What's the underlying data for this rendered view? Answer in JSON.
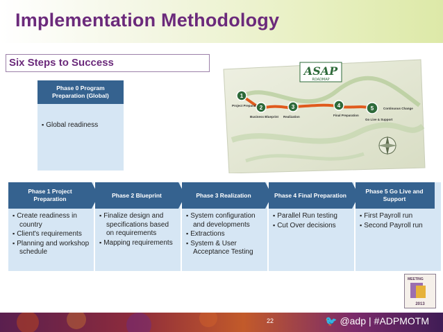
{
  "title": "Implementation Methodology",
  "subtitle": "Six Steps to Success",
  "phase0": {
    "header": "Phase 0 Program Preparation (Global)",
    "items": [
      "Global readiness"
    ]
  },
  "map": {
    "logo_text": "ASAP",
    "logo_sub": "ROADMAP",
    "steps": [
      {
        "num": "1",
        "label": "Project Preparation"
      },
      {
        "num": "2",
        "label": "Business Blueprint"
      },
      {
        "num": "3",
        "label": "Realization"
      },
      {
        "num": "4",
        "label": "Final Preparation"
      },
      {
        "num": "5",
        "label": "Go Live & Support"
      },
      {
        "num": "",
        "label": "Continuous Change"
      }
    ]
  },
  "phases": [
    {
      "header": "Phase 1 Project Preparation",
      "items": [
        "Create readiness in country",
        "Client's requirements",
        "Planning and workshop schedule"
      ]
    },
    {
      "header": "Phase 2 Blueprint",
      "items": [
        "Finalize design and specifications based on requirements",
        "Mapping requirements"
      ]
    },
    {
      "header": "Phase 3 Realization",
      "items": [
        "System configuration and developments",
        "Extractions",
        "System & User Acceptance Testing"
      ]
    },
    {
      "header": "Phase 4 Final Preparation",
      "items": [
        "Parallel Run testing",
        "Cut Over decisions"
      ]
    },
    {
      "header": "Phase 5 Go Live and Support",
      "items": [
        "First Payroll run",
        "Second Payroll run"
      ]
    }
  ],
  "badge": {
    "top": "MEETING",
    "year": "2013"
  },
  "footer": {
    "page_number": "22",
    "twitter_handle": "@adp",
    "separator": "|",
    "hashtag": "#ADPMOTM"
  },
  "colors": {
    "title": "#6b2a7b",
    "phase_header": "#35628f",
    "phase_body": "#d6e6f4",
    "road": "#e05a1c"
  },
  "icons": [
    "twitter-bird-icon",
    "compass-icon"
  ]
}
